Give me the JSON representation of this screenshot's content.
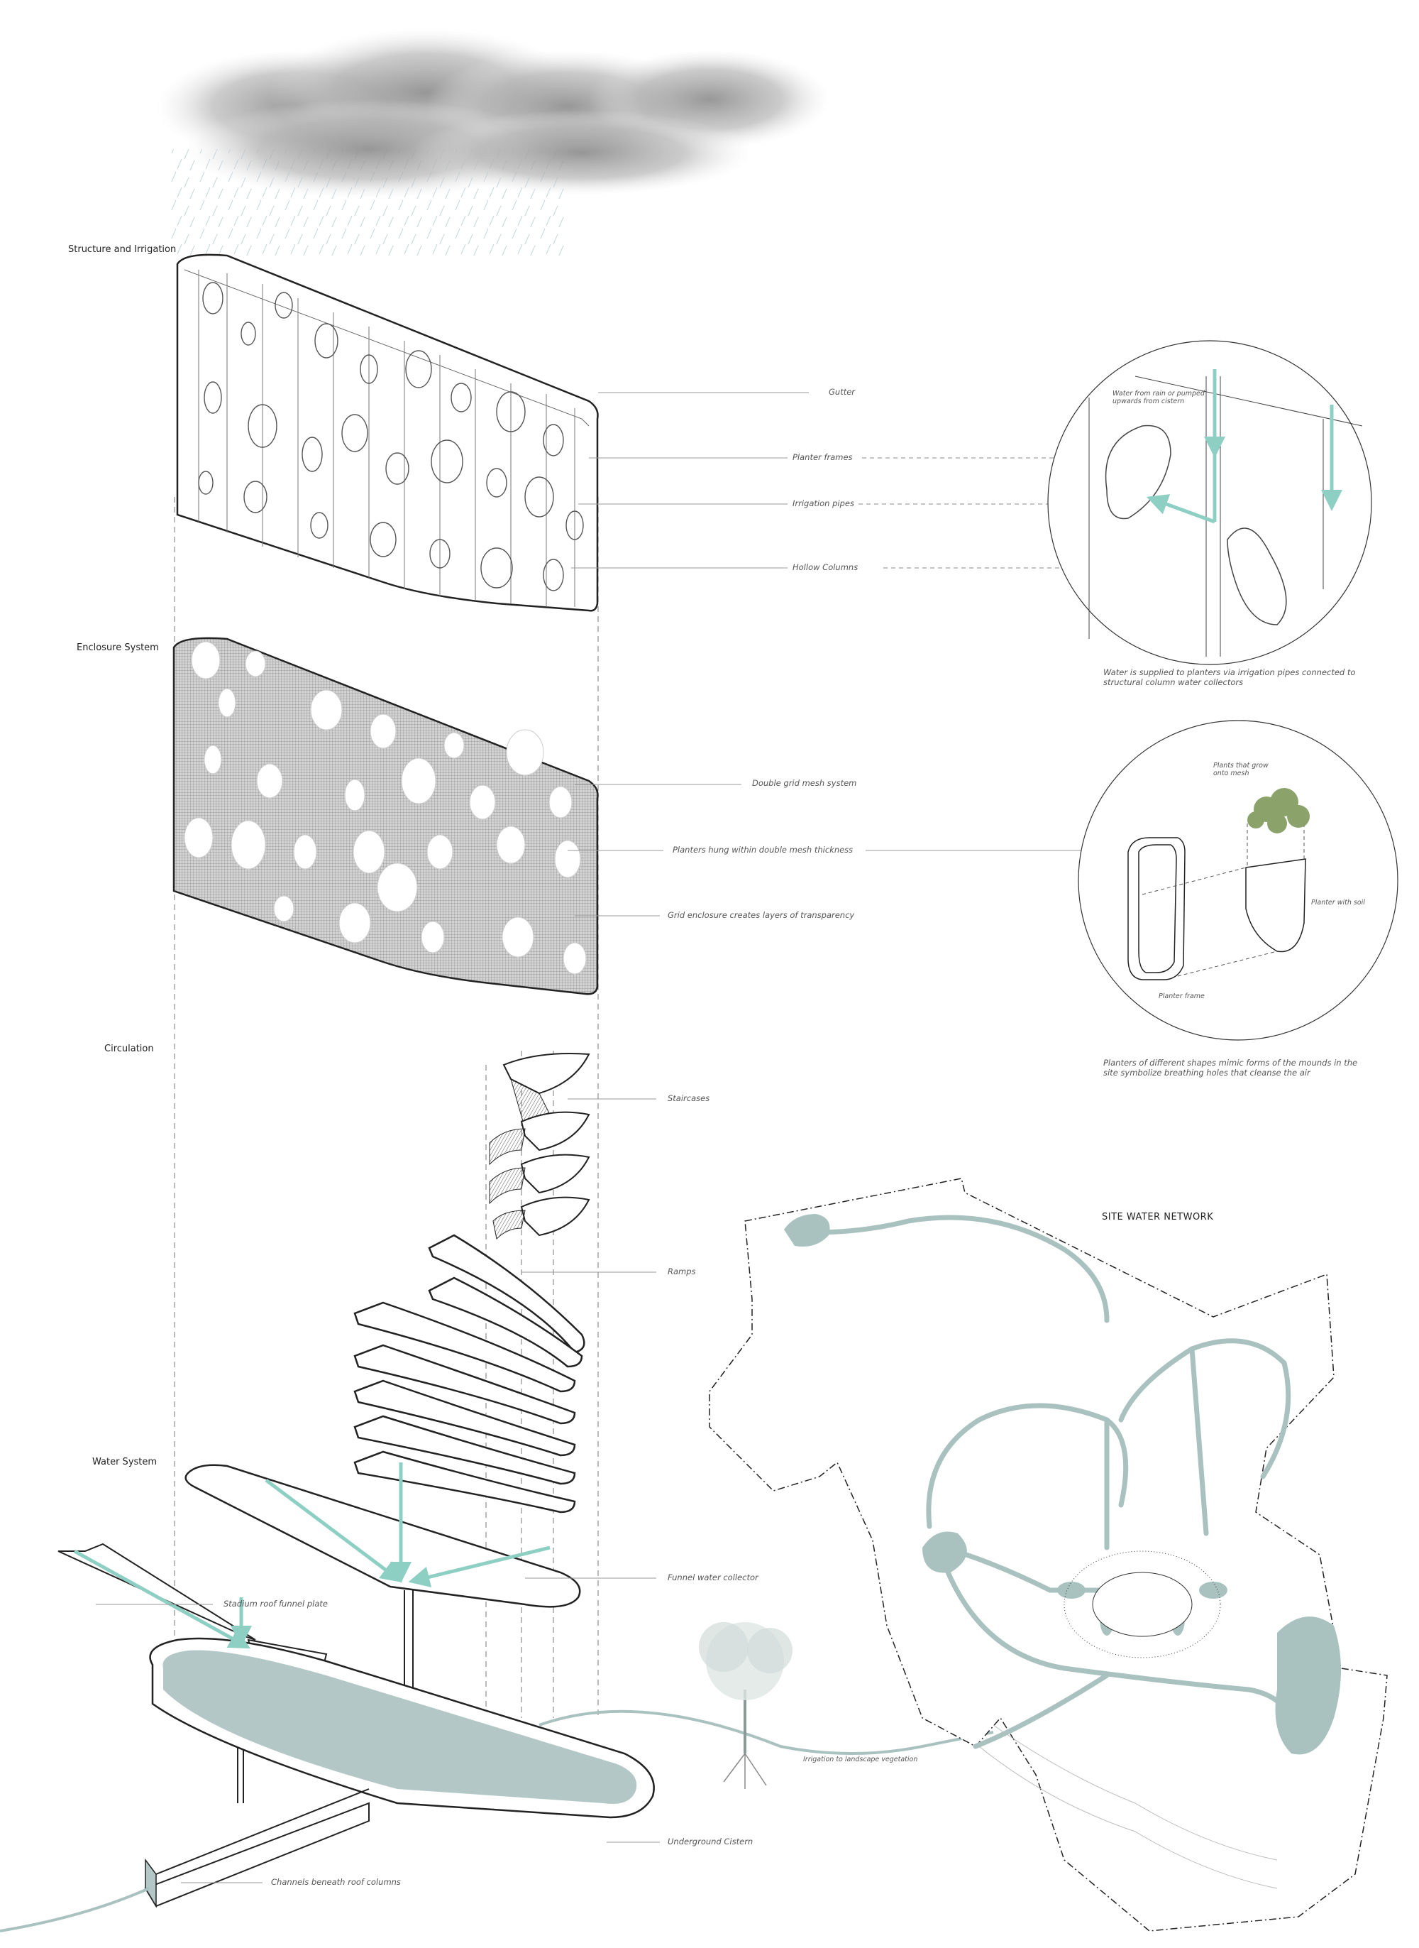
{
  "colors": {
    "water": "#8ecfc4",
    "water_fill": "#b3c8c6",
    "site_network": "#a9c2c0",
    "ink": "#1a1a1a",
    "leader": "#999999",
    "cloud": "#bdbdbd",
    "mesh": "#8a8a8a",
    "foliage": "#7f9a5c"
  },
  "sections": [
    {
      "id": "structure",
      "title": "Structure and Irrigation"
    },
    {
      "id": "enclosure",
      "title": "Enclosure System"
    },
    {
      "id": "circulation",
      "title": "Circulation"
    },
    {
      "id": "water",
      "title": "Water System"
    }
  ],
  "structure": {
    "callouts": [
      "Gutter",
      "Planter frames",
      "Irrigation pipes",
      "Hollow Columns"
    ],
    "detail": {
      "note": "Water from rain or pumped upwards from cistern",
      "caption": "Water is supplied to planters via irrigation pipes connected to structural column water collectors"
    }
  },
  "enclosure": {
    "callouts": [
      "Double grid mesh system",
      "Planters hung within double mesh thickness",
      "Grid enclosure creates layers of transparency"
    ],
    "detail": {
      "plants_label": "Plants that grow onto mesh",
      "planter_soil_label": "Planter with soil",
      "planter_frame_label": "Planter frame",
      "caption": "Planters of different shapes mimic forms of the mounds in the site symbolize breathing holes that cleanse the air"
    }
  },
  "circulation": {
    "callouts": [
      "Staircases",
      "Ramps"
    ]
  },
  "water": {
    "callouts": [
      "Funnel water collector",
      "Stadium roof funnel plate",
      "Underground Cistern",
      "Channels beneath roof columns"
    ],
    "irrigation_label": "Irrigation to landscape vegetation"
  },
  "site_map": {
    "title": "SITE WATER NETWORK"
  }
}
